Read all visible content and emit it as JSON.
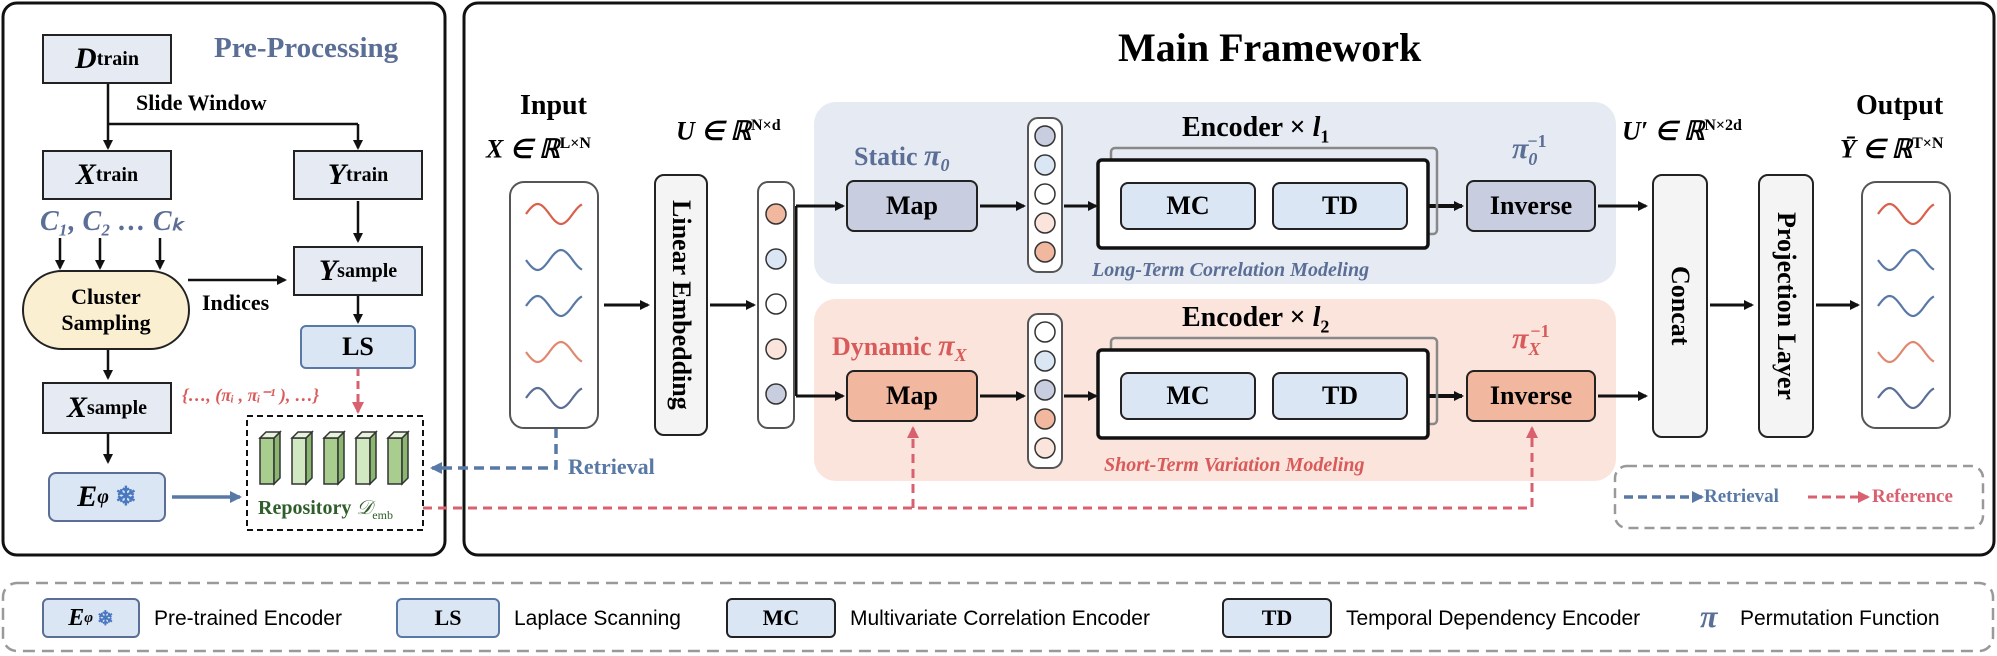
{
  "colors": {
    "blue_text": "#5b6e95",
    "red_text": "#d95a5a",
    "green_text": "#2f5e2a",
    "blue_bg": "#e6ebf3",
    "red_bg": "#fbe4dc",
    "box_blue": "#dbe6f5",
    "map_blue": "#c9cde0",
    "map_red": "#f1b79f",
    "retrieval": "#5878a6",
    "reference": "#d9606f"
  },
  "preprocessing": {
    "title": "Pre-Processing",
    "d_train": "D",
    "d_train_sub": "train",
    "slide_window": "Slide Window",
    "x_train": "X",
    "x_train_sub": "train",
    "y_train": "Y",
    "y_train_sub": "train",
    "clusters": "C₁, C₂ … Cₖ",
    "cluster_sampling_line1": "Cluster",
    "cluster_sampling_line2": "Sampling",
    "indices": "Indices",
    "y_sample": "Y",
    "y_sample_sub": "sample",
    "ls": "LS",
    "x_sample": "X",
    "x_sample_sub": "sample",
    "pairs": "{…, (πᵢ , πᵢ⁻¹ ), …}",
    "encoder": "E",
    "encoder_sub": "φ",
    "snowflake": "❄",
    "repository": "Repository",
    "repository_math": "𝒟",
    "repository_math_sub": "emb"
  },
  "main": {
    "title": "Main Framework",
    "input_label": "Input",
    "input_math": "X ∈ ℝ",
    "input_sup": "L×N",
    "linear_embedding": "Linear Embedding",
    "u_math": "U ∈ ℝ",
    "u_sup": "N×d",
    "static": "Static",
    "static_pi": "π",
    "static_pi_sub": "0",
    "map": "Map",
    "encoder_top": "Encoder × ",
    "encoder_top_l": "l",
    "encoder_top_sub": "1",
    "mc": "MC",
    "td": "TD",
    "inverse": "Inverse",
    "pi0_inv": "π",
    "pi0_inv_sub": "0",
    "pi0_inv_sup": "−1",
    "long_term": "Long-Term Correlation Modeling",
    "dynamic": "Dynamic",
    "dynamic_pi": "π",
    "dynamic_pi_sub": "X",
    "encoder_bottom": "Encoder × ",
    "encoder_bottom_l": "l",
    "encoder_bottom_sub": "2",
    "pix_inv": "π",
    "pix_inv_sub": "X",
    "pix_inv_sup": "−1",
    "short_term": "Short-Term Variation Modeling",
    "retrieval": "Retrieval",
    "u_prime_math": "U′ ∈ ℝ",
    "u_prime_sup": "N×2d",
    "concat": "Concat",
    "projection_layer": "Projection Layer",
    "output_label": "Output",
    "output_math": "Ȳ ∈ ℝ",
    "output_sup": "T×N",
    "legend_retrieval": "Retrieval",
    "legend_reference": "Reference"
  },
  "legend": {
    "items": [
      {
        "key": "E",
        "key_sub": "φ",
        "key_extra": "❄",
        "desc": "Pre-trained Encoder"
      },
      {
        "key": "LS",
        "desc": "Laplace Scanning"
      },
      {
        "key": "MC",
        "desc": "Multivariate Correlation Encoder"
      },
      {
        "key": "TD",
        "desc": "Temporal Dependency Encoder"
      },
      {
        "key": "π",
        "desc": "Permutation Function"
      }
    ]
  },
  "token_colors": {
    "u_tokens": [
      "#f1b79f",
      "#dbe6f5",
      "#ffffff",
      "#fbe4dc",
      "#c9cde0"
    ],
    "static_tokens": [
      "#c9cde0",
      "#dbe6f5",
      "#ffffff",
      "#fbe4dc",
      "#f1b79f"
    ],
    "dynamic_tokens": [
      "#ffffff",
      "#dbe6f5",
      "#c9cde0",
      "#f1b79f",
      "#fbe4dc"
    ]
  },
  "wave_colors": [
    "#d9604a",
    "#5878a6",
    "#5878a6",
    "#e08870",
    "#5b6e95"
  ]
}
